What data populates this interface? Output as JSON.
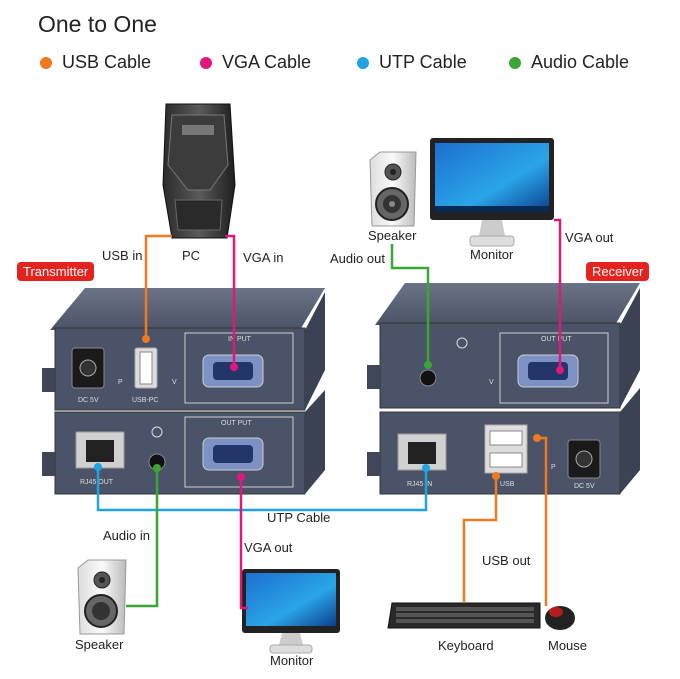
{
  "title": "One to One",
  "legend": [
    {
      "label": "USB Cable",
      "color": "#ee7a22"
    },
    {
      "label": "VGA Cable",
      "color": "#e2177e"
    },
    {
      "label": "UTP Cable",
      "color": "#21a3e1"
    },
    {
      "label": "Audio Cable",
      "color": "#3aa635"
    }
  ],
  "badges": {
    "transmitter": "Transmitter",
    "receiver": "Receiver"
  },
  "labels": {
    "pc": "PC",
    "usb_in": "USB in",
    "vga_in": "VGA in",
    "speaker_top": "Speaker",
    "audio_out": "Audio out",
    "monitor_top": "Monitor",
    "vga_out_top": "VGA out",
    "utp_cable": "UTP Cable",
    "audio_in": "Audio in",
    "vga_out_bottom": "VGA out",
    "speaker_bottom": "Speaker",
    "monitor_bottom": "Monitor",
    "usb_out": "USB out",
    "keyboard": "Keyboard",
    "mouse": "Mouse"
  },
  "panel_labels": {
    "dc5v": "DC 5V",
    "usb_pc": "USB-PC",
    "input": "IN PUT",
    "output": "OUT PUT",
    "rj45_out": "RJ45  OUT",
    "rj45_in": "RJ45  IN",
    "usb": "USB",
    "p": "P",
    "v": "V"
  }
}
